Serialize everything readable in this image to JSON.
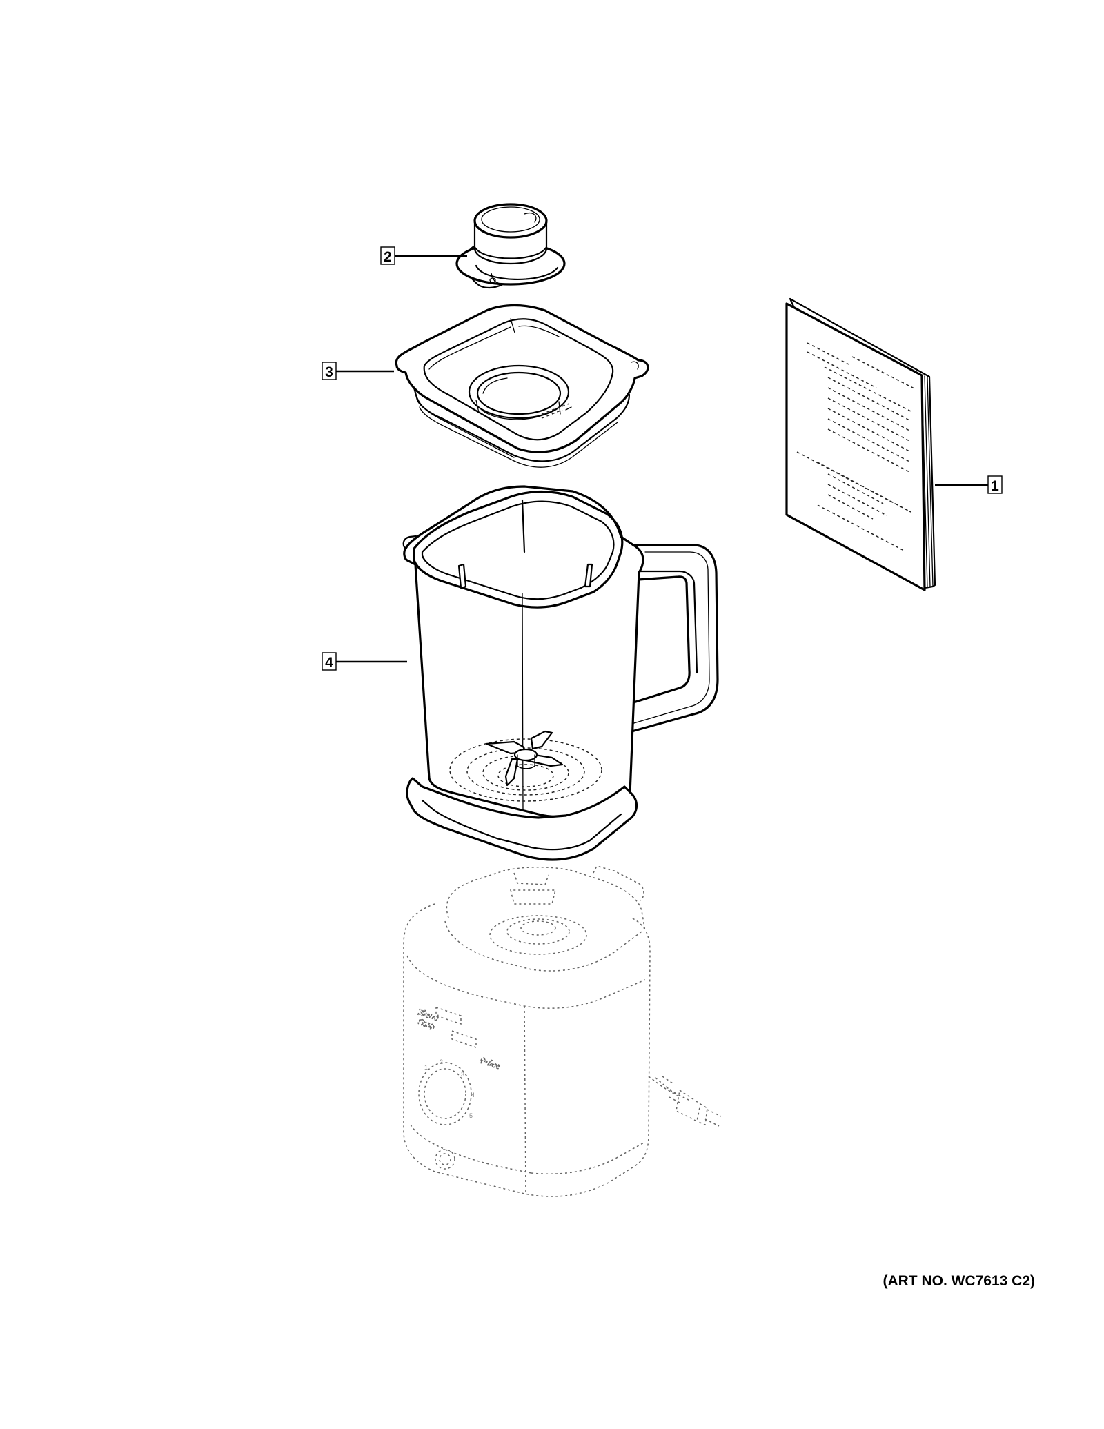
{
  "callouts": [
    {
      "id": "1",
      "part": "manual"
    },
    {
      "id": "2",
      "part": "lid-cap"
    },
    {
      "id": "3",
      "part": "jar-lid"
    },
    {
      "id": "4",
      "part": "blender-jar"
    }
  ],
  "caption": "(ART NO. WC7613 C2)",
  "base_panel": {
    "label_left_1": "Blend",
    "label_left_2": "Stop",
    "label_right": "Pulse",
    "dial_marks": [
      "1",
      "2",
      "3",
      "4",
      "5"
    ]
  }
}
